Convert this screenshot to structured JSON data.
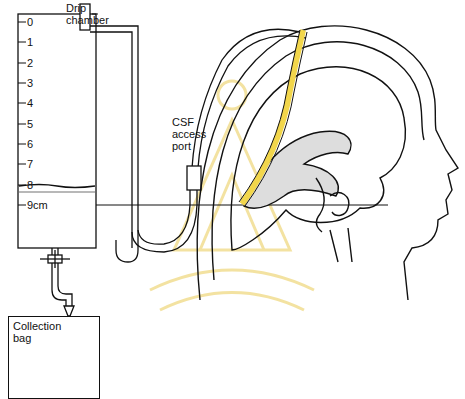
{
  "diagram": {
    "nodes": [
      {
        "text": [
          "Collection bag"
        ]
      }
    ],
    "labels": [
      "Drip chamber",
      "CSF access port",
      "0",
      "1",
      "2",
      "3",
      "4",
      "5",
      "6",
      "7",
      "8",
      "9cm"
    ]
  }
}
